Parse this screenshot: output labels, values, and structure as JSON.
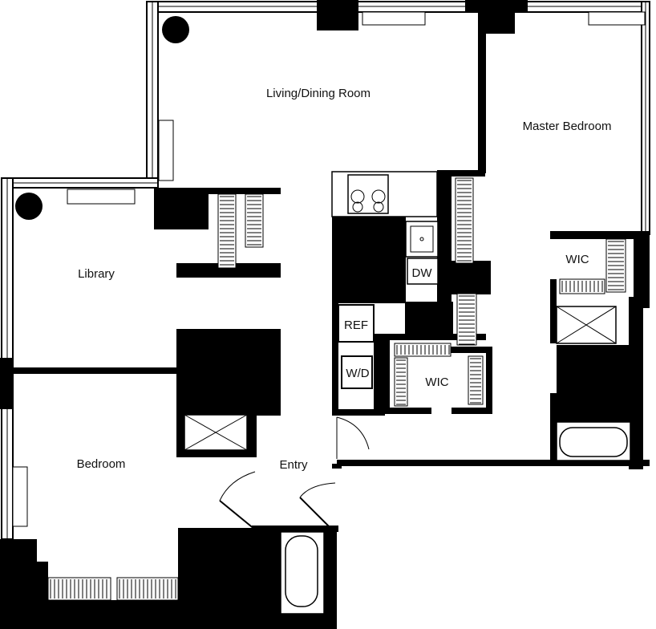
{
  "rooms": {
    "living": "Living/Dining Room",
    "master": "Master Bedroom",
    "library": "Library",
    "bedroom": "Bedroom",
    "entry": "Entry",
    "wic_master": "WIC",
    "wic_hall": "WIC"
  },
  "fixtures": {
    "dishwasher": "DW",
    "refrigerator": "REF",
    "washer_dryer": "W/D"
  }
}
